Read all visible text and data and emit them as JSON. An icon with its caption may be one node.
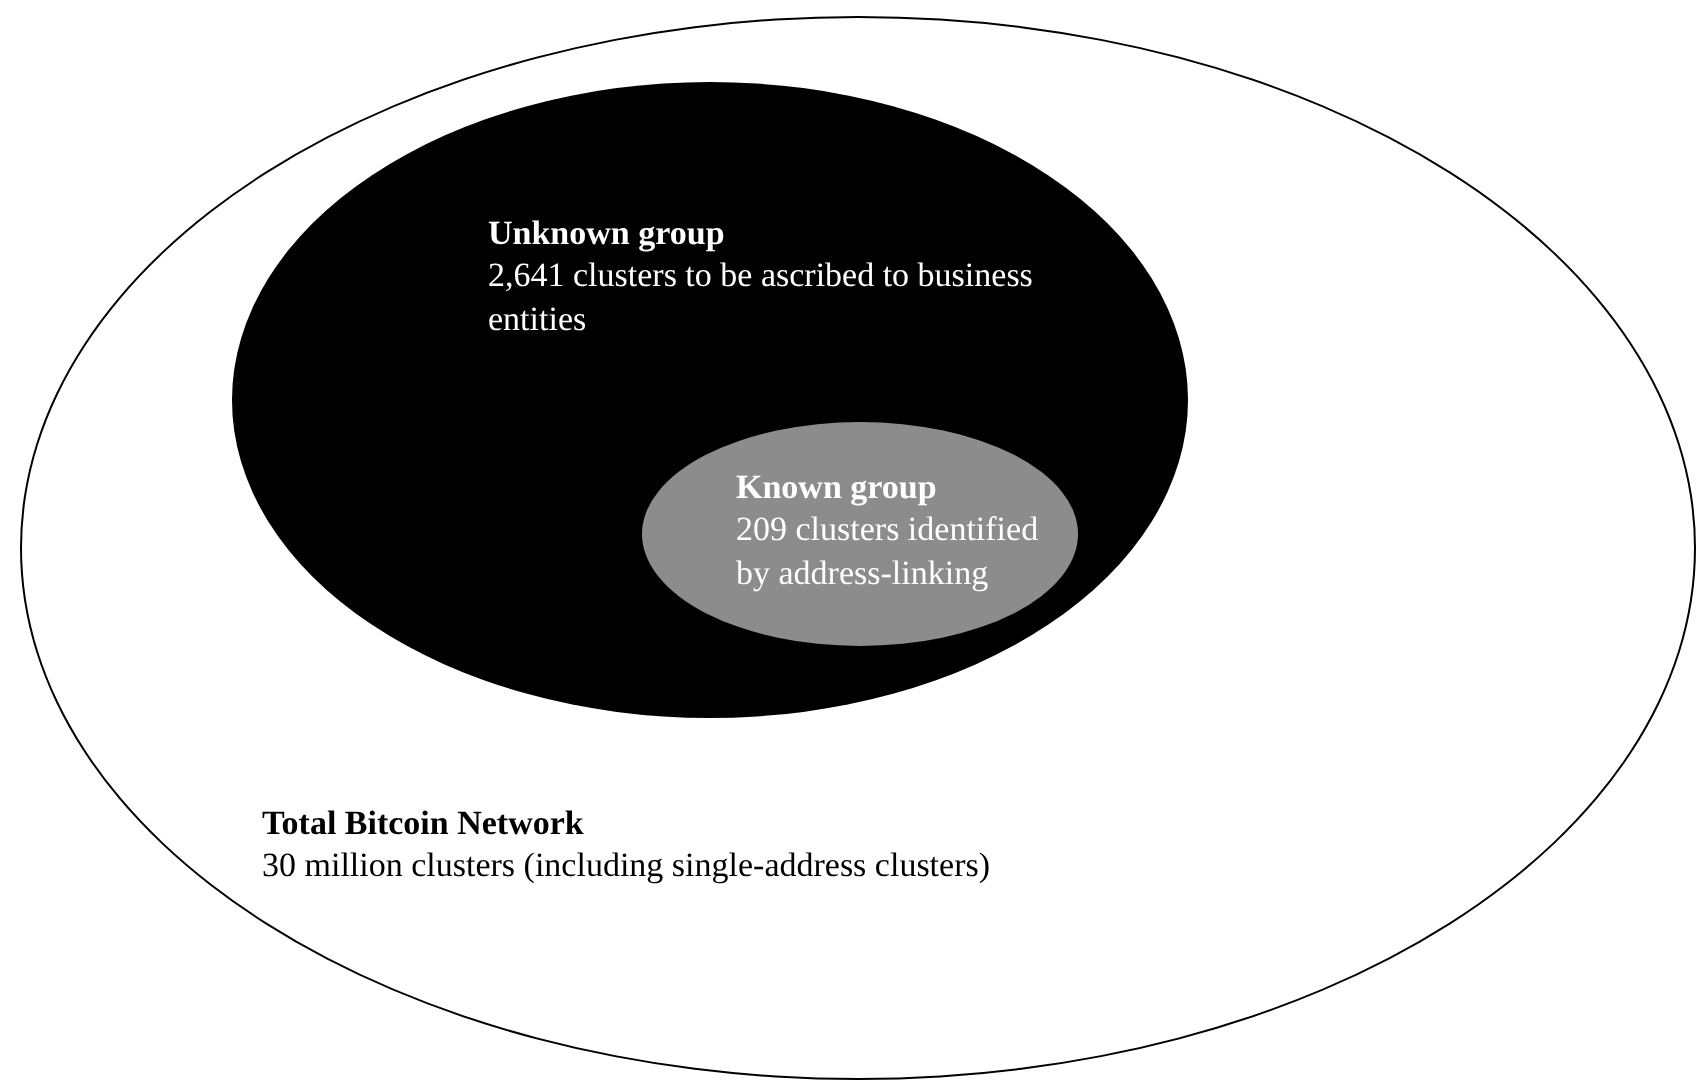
{
  "diagram": {
    "nodes": [
      {
        "text": [
          "Total Bitcoin Network",
          "30 million clusters (including single-address clusters)"
        ]
      },
      {
        "text": [
          "Unknown group",
          "2,641 clusters to be ascribed to business entities"
        ],
        "in": 0
      },
      {
        "text": [
          "Known group",
          "209 clusters identified by address-linking"
        ],
        "in": 1
      }
    ]
  }
}
